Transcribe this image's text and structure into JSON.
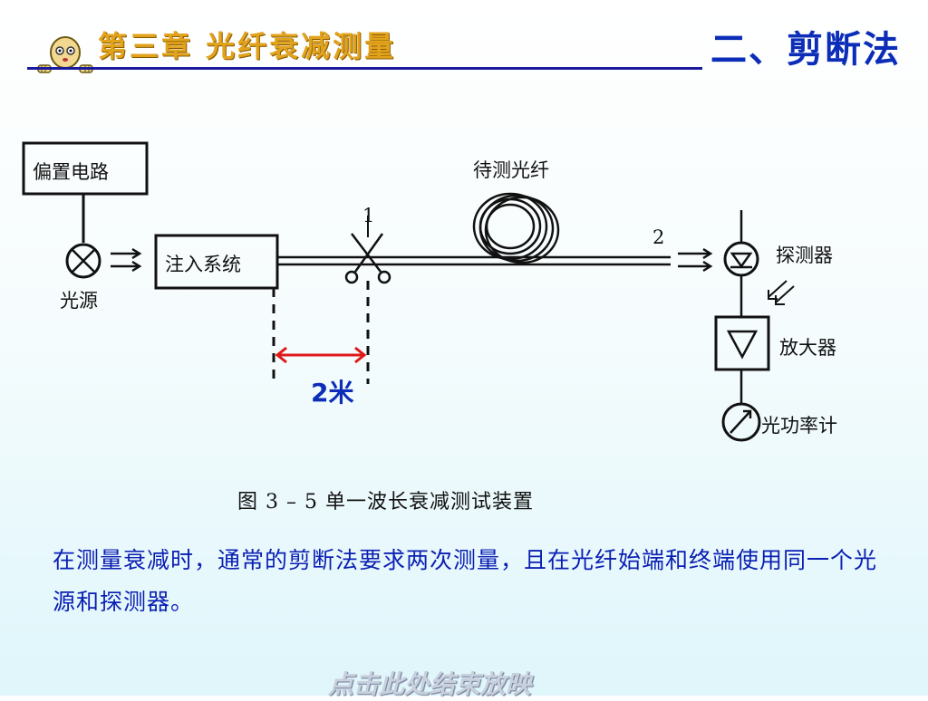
{
  "header": {
    "chapter_title": "第三章  光纤衰减测量",
    "section_title": "二、剪断法"
  },
  "diagram": {
    "labels": {
      "bias_circuit": "偏置电路",
      "injection_system": "注入系统",
      "light_source": "光源",
      "fiber_under_test": "待测光纤",
      "detector": "探测器",
      "amplifier": "放大器",
      "power_meter": "光功率计",
      "cut_point_1": "1",
      "cut_point_2": "2"
    },
    "measure_label": "2米",
    "caption": "图 3 – 5   单一波长衰减测试装置"
  },
  "body_text": "在测量衰减时，通常的剪断法要求两次测量，且在光纤始端和终端使用同一个光源和探测器。",
  "footer": {
    "end_show": "点击此处结束放映"
  },
  "colors": {
    "chapter": "#e1a21c",
    "section": "#0b2db8",
    "body_text": "#0b1fb3",
    "arrow": "#e01818"
  }
}
